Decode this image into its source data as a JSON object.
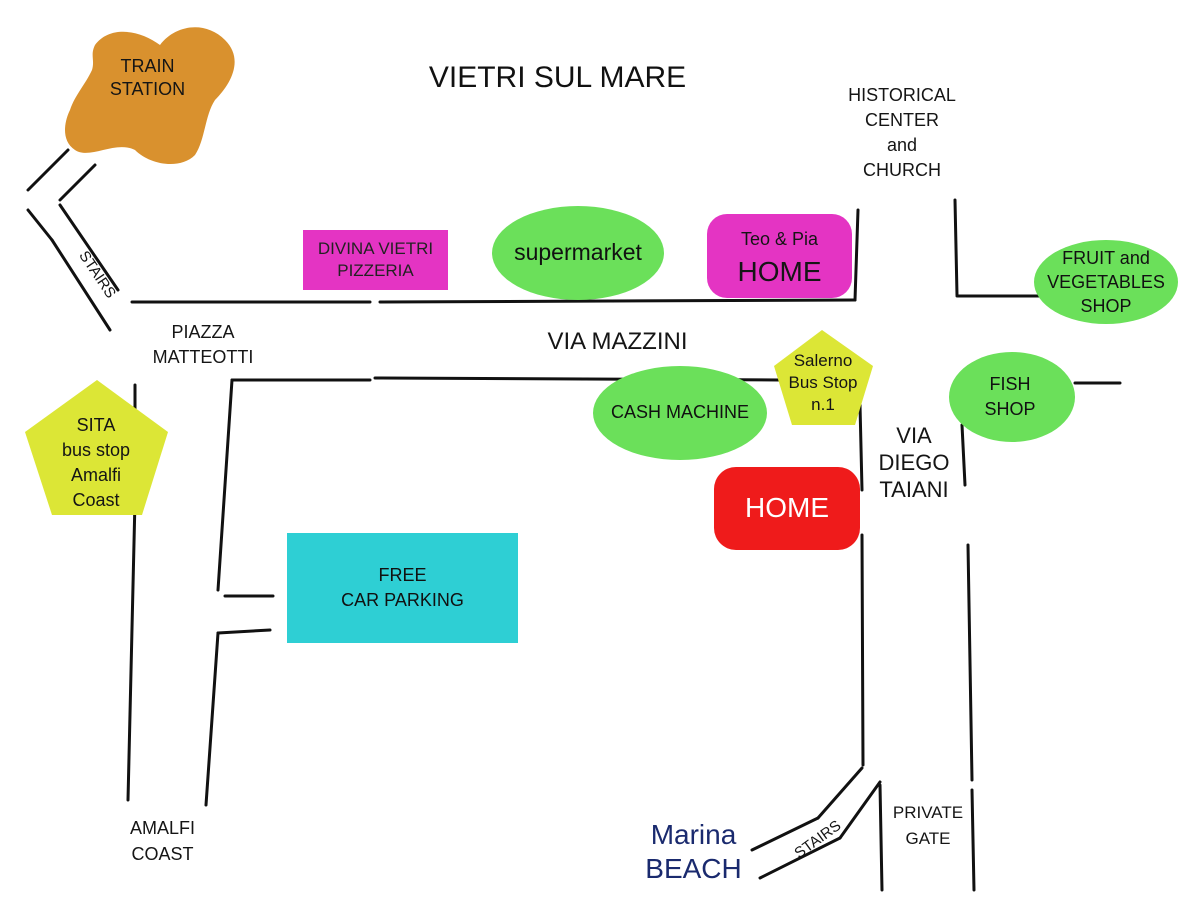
{
  "map": {
    "title": "VIETRI SUL MARE",
    "colors": {
      "train_station": "#d9912e",
      "pink": "#e434c3",
      "green": "#6be05a",
      "yellow": "#dce636",
      "home_red": "#ef1b1b",
      "parking": "#2ecfd4",
      "beach_text": "#1a2a6e",
      "road": "#111111"
    },
    "places": {
      "train_station": "TRAIN\nSTATION",
      "historical_center": "HISTORICAL\nCENTER\nand\nCHURCH",
      "pizzeria": "DIVINA VIETRI\nPIZZERIA",
      "supermarket": "supermarket",
      "teo_pia_line1": "Teo & Pia",
      "teo_pia_line2": "HOME",
      "fruit_shop": "FRUIT and\nVEGETABLES\nSHOP",
      "cash_machine": "CASH MACHINE",
      "salerno_bus_stop": "Salerno\nBus Stop\nn.1",
      "fish_shop": "FISH\nSHOP",
      "sita_bus_stop": "SITA\nbus stop\nAmalfi\nCoast",
      "home": "HOME",
      "free_parking": "FREE\nCAR PARKING",
      "private_gate": "PRIVATE\nGATE",
      "marina_beach": "Marina\nBEACH"
    },
    "streets": {
      "via_mazzini": "VIA MAZZINI",
      "piazza_matteotti": "PIAZZA\nMATTEOTTI",
      "via_diego_taiani": "VIA\nDIEGO\nTAIANI",
      "amalfi_coast": "AMALFI\nCOAST",
      "stairs_top": "STAIRS",
      "stairs_bottom": "STAIRS"
    }
  }
}
